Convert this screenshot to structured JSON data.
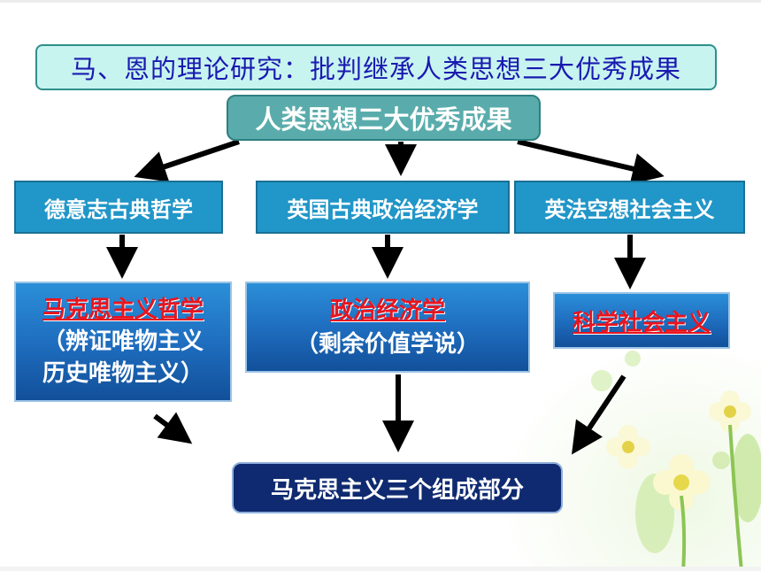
{
  "title": "马、恩的理论研究：批判继承人类思想三大优秀成果",
  "top_node": "人类思想三大优秀成果",
  "sources": [
    "德意志古典哲学",
    "英国古典政治经济学",
    "英法空想社会主义"
  ],
  "components": [
    {
      "name": "马克思主义哲学",
      "note_line1": "（辨证唯物主义",
      "note_line2": "历史唯物主义）"
    },
    {
      "name": "政治经济学",
      "note_line1": "（剩余价值学说）"
    },
    {
      "name": "科学社会主义"
    }
  ],
  "result": "马克思主义三个组成部分"
}
